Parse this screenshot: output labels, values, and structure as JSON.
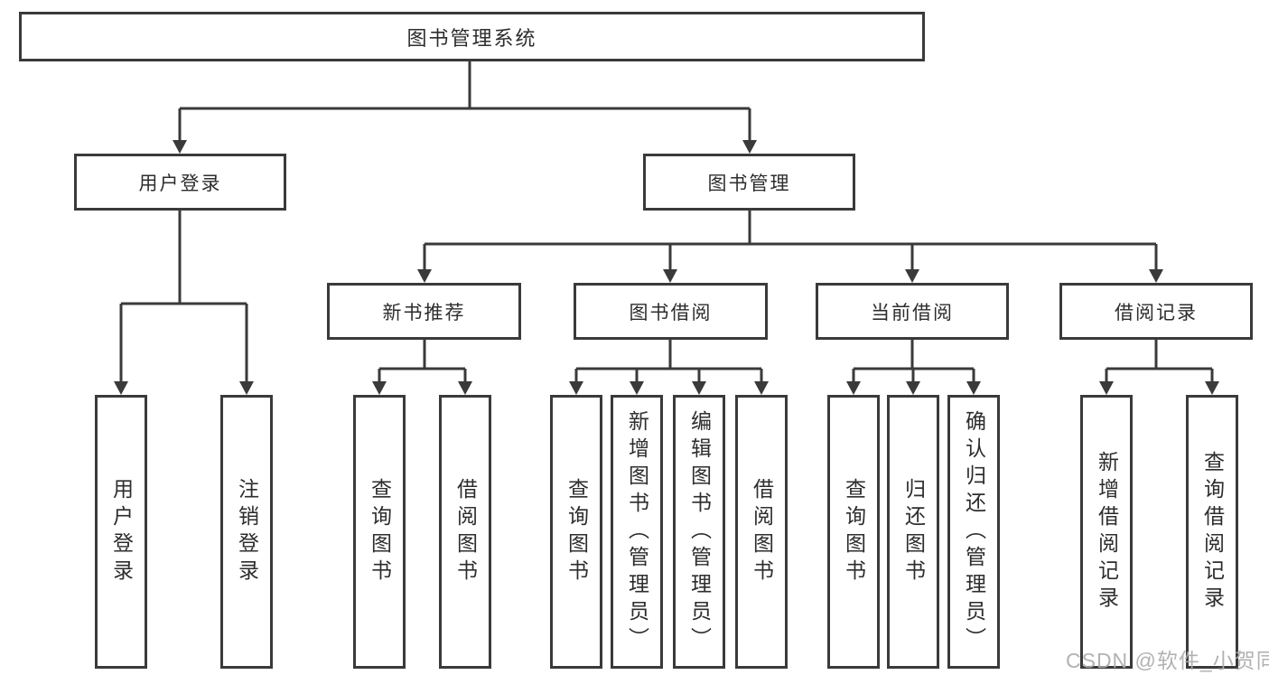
{
  "diagram": {
    "root": "图书管理系统",
    "branches": [
      {
        "label": "用户登录",
        "children": [
          "用户登录",
          "注销登录"
        ]
      },
      {
        "label": "图书管理",
        "sections": [
          {
            "label": "新书推荐",
            "children": [
              "查询图书",
              "借阅图书"
            ]
          },
          {
            "label": "图书借阅",
            "children": [
              "查询图书",
              "新增图书（管理员）",
              "编辑图书（管理员）",
              "借阅图书"
            ]
          },
          {
            "label": "当前借阅",
            "children": [
              "查询图书",
              "归还图书",
              "确认归还（管理员）"
            ]
          },
          {
            "label": "借阅记录",
            "children": [
              "新增借阅记录",
              "查询借阅记录"
            ]
          }
        ]
      }
    ]
  },
  "watermark": "CSDN @软件_小贺同学",
  "colors": {
    "line": "#3a3a3a",
    "text": "#2d2d2d",
    "background": "#ffffff",
    "watermark": "#ababab"
  }
}
